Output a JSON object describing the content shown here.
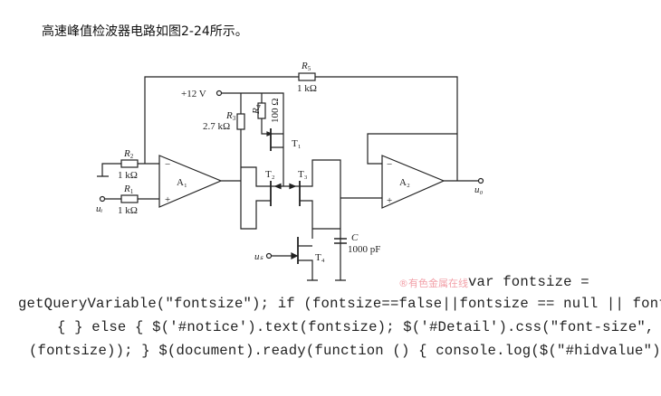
{
  "title": "高速峰值检波器电路如图2-24所示。",
  "circuit": {
    "supply": "+12 V",
    "r5": {
      "name": "R",
      "sub": "5",
      "value": "1 kΩ"
    },
    "r3": {
      "name": "R",
      "sub": "3",
      "value": "2.7 kΩ"
    },
    "r4": {
      "name": "R",
      "sub": "4",
      "value": "100 Ω"
    },
    "r2": {
      "name": "R",
      "sub": "2",
      "value": "1 kΩ"
    },
    "r1": {
      "name": "R",
      "sub": "1",
      "value": "1 kΩ"
    },
    "a1": "A₁",
    "a2": "A₂",
    "t1": "T₁",
    "t2": "T₂",
    "t3": "T₃",
    "t4": "T₄",
    "c": {
      "name": "C",
      "value": "1000 pF"
    },
    "ui": "uᵢ",
    "us": "uₛ",
    "uo": "u₀",
    "minus": "−",
    "plus": "+"
  },
  "watermark": "®有色金属在线",
  "code_lines": [
    "var fontsize =",
    "getQueryVariable(\"fontsize\"); if (fontsize==false||fontsize == null || fontsize == \"\")",
    "{ } else { $('#notice').text(fontsize); $('#Detail').css(\"font-size\", Number",
    "(fontsize)); } $(document).ready(function () { console.log($(\"#hidvalue\").val()) });"
  ]
}
